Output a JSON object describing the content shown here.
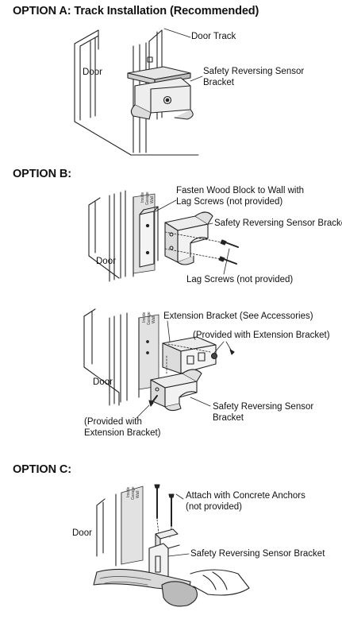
{
  "option_a": {
    "heading": "OPTION A: Track Installation (Recommended)",
    "labels": {
      "door_track": "Door Track",
      "door": "Door",
      "sensor_bracket_line1": "Safety Reversing Sensor",
      "sensor_bracket_line2": "Bracket"
    }
  },
  "option_b": {
    "heading": "OPTION B:",
    "panel1": {
      "wood_block_line1": "Fasten Wood Block to Wall with",
      "wood_block_line2": "Lag Screws (not provided)",
      "sensor_bracket": "Safety Reversing Sensor Bracket",
      "door": "Door",
      "lag_screws": "Lag Screws (not provided)",
      "wall_text": [
        "Inside",
        "Garage",
        "Wall"
      ]
    },
    "panel2": {
      "extension_bracket": "Extension Bracket (See Accessories)",
      "provided_right": "(Provided with Extension Bracket)",
      "door": "Door",
      "sensor_bracket_line1": "Safety Reversing Sensor",
      "sensor_bracket_line2": "Bracket",
      "provided_left_line1": "(Provided with",
      "provided_left_line2": "Extension Bracket)",
      "wall_text": [
        "Inside",
        "Garage",
        "Wall"
      ]
    }
  },
  "option_c": {
    "heading": "OPTION C:",
    "labels": {
      "anchors_line1": "Attach with Concrete Anchors",
      "anchors_line2": "(not provided)",
      "door": "Door",
      "sensor_bracket": "Safety Reversing Sensor Bracket",
      "wall_text": [
        "Inside",
        "Garage",
        "Wall"
      ]
    }
  }
}
